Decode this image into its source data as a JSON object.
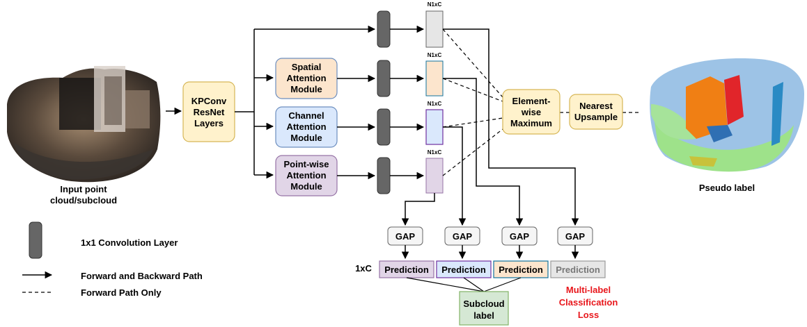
{
  "input": {
    "caption_line1": "Input point",
    "caption_line2": "cloud/subcloud"
  },
  "output": {
    "caption": "Pseudo label"
  },
  "backbone": {
    "line1": "KPConv",
    "line2": "ResNet",
    "line3": "Layers"
  },
  "modules": {
    "spatial": {
      "line1": "Spatial",
      "line2": "Attention",
      "line3": "Module"
    },
    "channel": {
      "line1": "Channel",
      "line2": "Attention",
      "line3": "Module"
    },
    "pointwise": {
      "line1": "Point-wise",
      "line2": "Attention",
      "line3": "Module"
    }
  },
  "feature_label": "N1xC",
  "element_max": {
    "line1": "Element-",
    "line2": "wise",
    "line3": "Maximum"
  },
  "upsample": {
    "line1": "Nearest",
    "line2": "Upsample"
  },
  "gap_label": "GAP",
  "prediction_label": "Prediction",
  "row_label": "1xC",
  "subcloud": {
    "line1": "Subcloud",
    "line2": "label"
  },
  "loss": {
    "line1": "Multi-label",
    "line2": "Classification",
    "line3": "Loss"
  },
  "legend": {
    "conv": "1x1 Convolution Layer",
    "forward_backward": "Forward and Backward Path",
    "forward_only": "Forward Path Only"
  },
  "colors": {
    "backbone_fill": "#fff2cc",
    "backbone_stroke": "#d6b656",
    "spatial_fill": "#fce5cd",
    "spatial_stroke": "#6c8ebf",
    "channel_fill": "#dae8fc",
    "channel_stroke": "#6c8ebf",
    "pointwise_fill": "#e1d5e7",
    "pointwise_stroke": "#9673a6",
    "feat_gray": "#e6e6e6",
    "conv_fill": "#666666",
    "subcloud_fill": "#d5e8d4",
    "subcloud_stroke": "#82b366",
    "loss_text": "#e8161b"
  }
}
